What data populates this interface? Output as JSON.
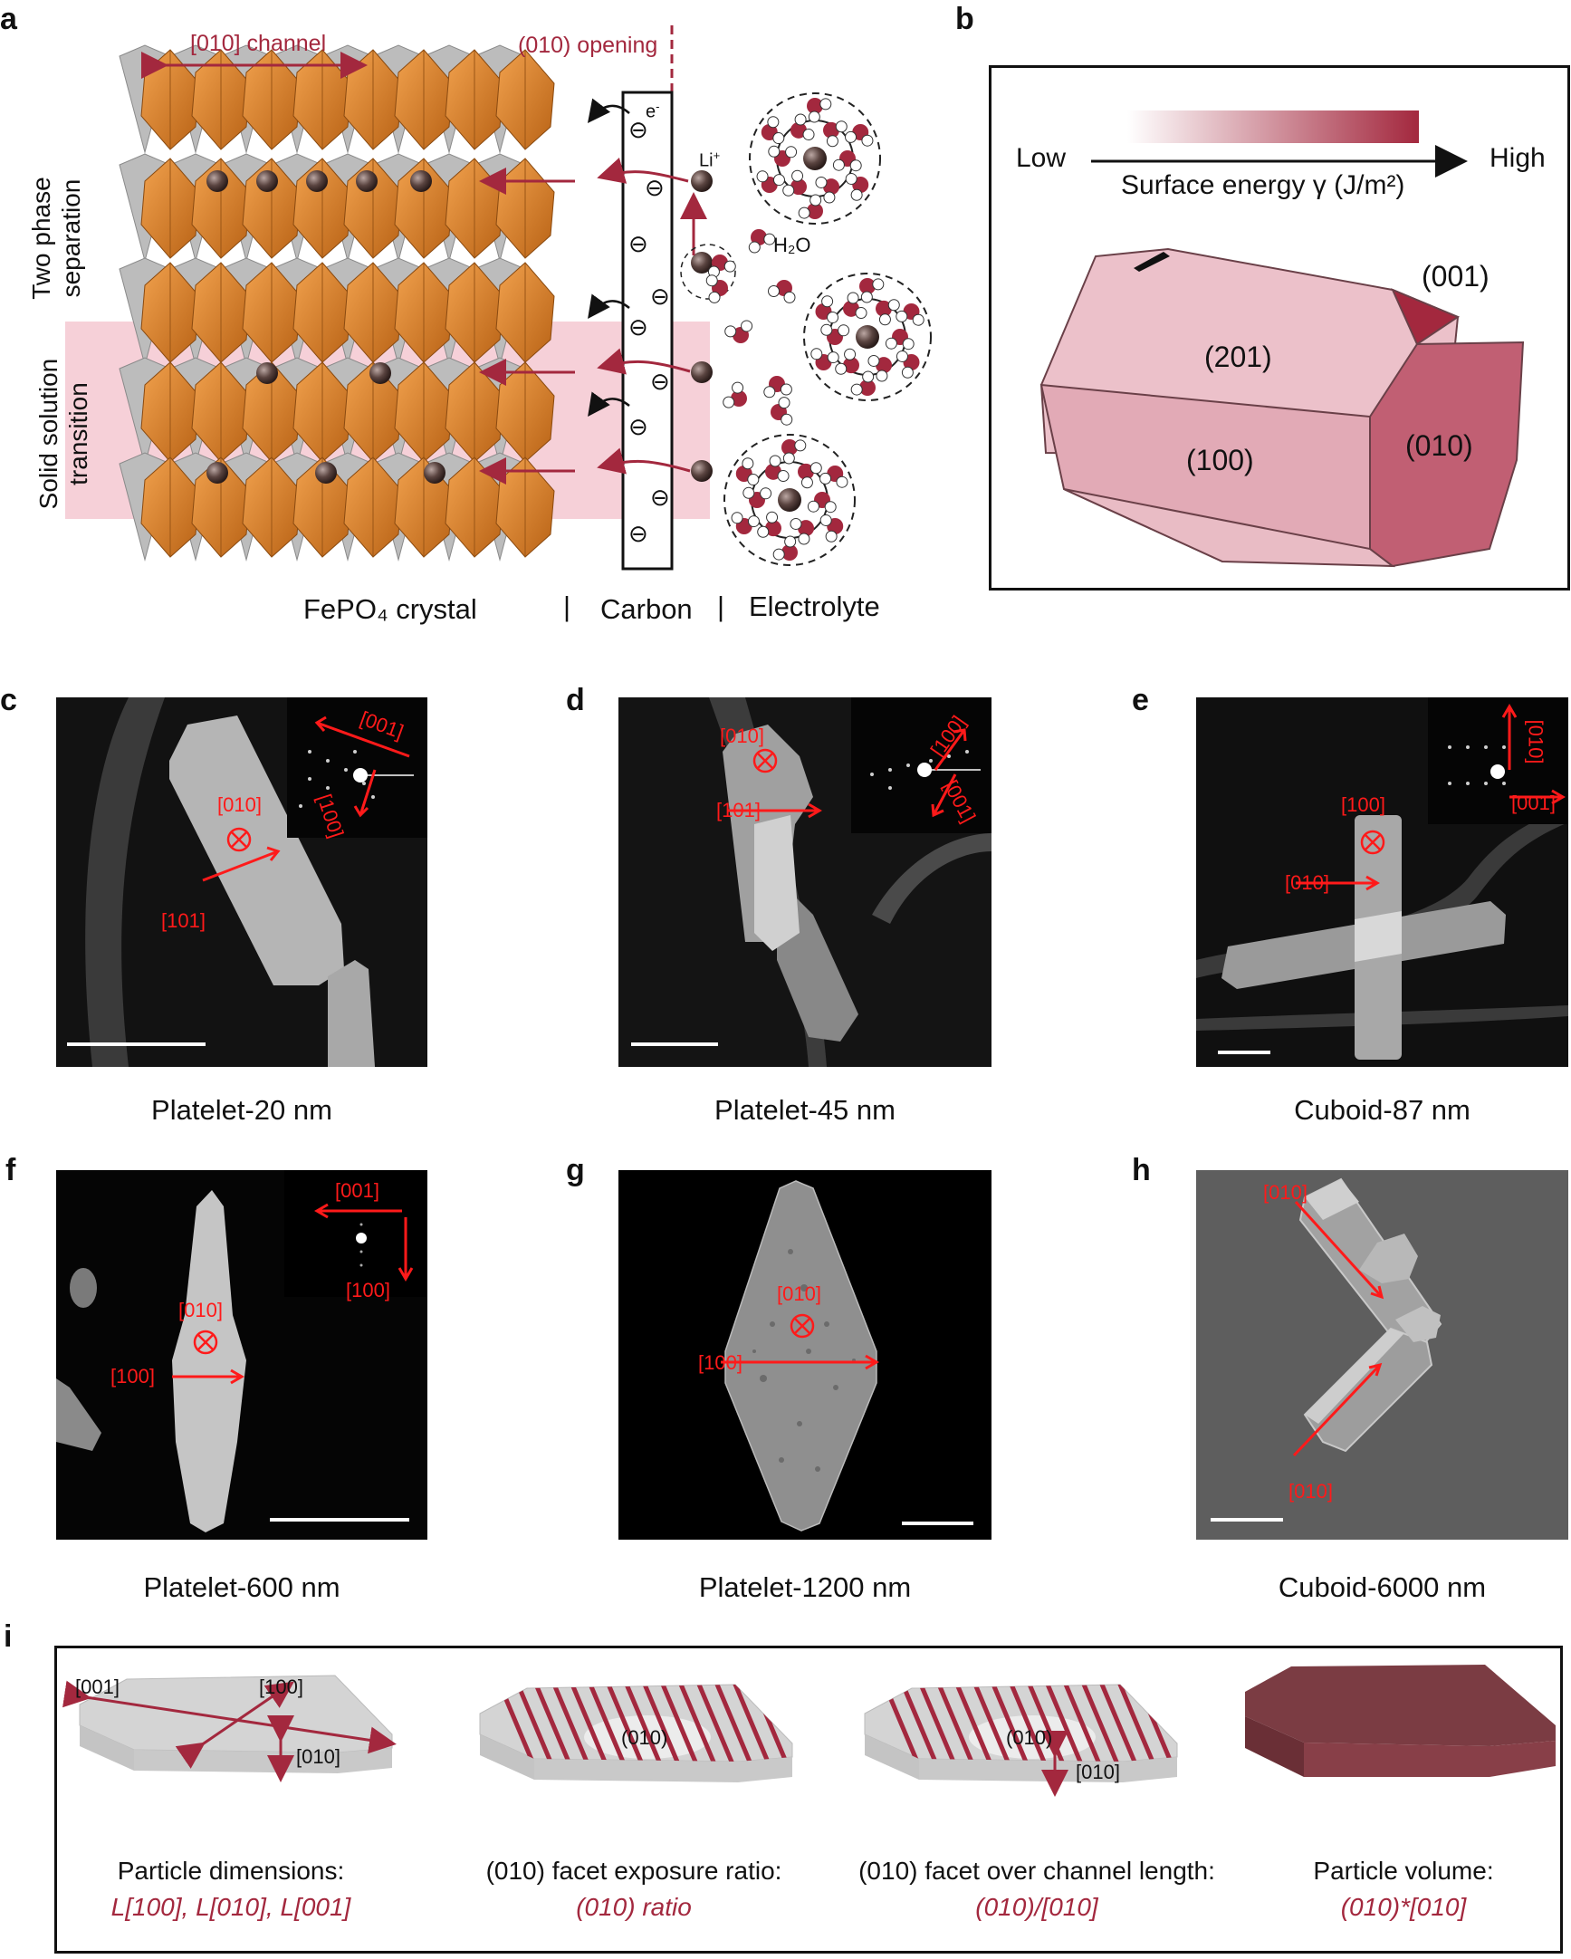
{
  "panel_labels": {
    "a": "a",
    "b": "b",
    "c": "c",
    "d": "d",
    "e": "e",
    "f": "f",
    "g": "g",
    "h": "h",
    "i": "i"
  },
  "panel_a": {
    "channel_label": "[010] channel",
    "opening_label": "(010) opening",
    "two_phase": "Two phase separation",
    "solid_solution": "Solid solution transition",
    "electron": "e",
    "lithium": "Li",
    "water": "H₂O",
    "minus_sign": "⊖",
    "bottom_crystal": "FePO₄ crystal",
    "bottom_carbon": "Carbon",
    "bottom_electrolyte": "Electrolyte",
    "separator": "|",
    "colors": {
      "accent": "#a3283e",
      "orange": "#d9822b",
      "pink": "#f6d0d8",
      "grey": "#b8b8b8"
    }
  },
  "panel_b": {
    "low": "Low",
    "high": "High",
    "axis_label": "Surface energy γ (J/m²)",
    "facets": {
      "f001": "(001)",
      "f201": "(201)",
      "f100": "(100)",
      "f010": "(010)"
    }
  },
  "micrographs": [
    {
      "id": "c",
      "caption": "Platelet-20 nm",
      "labels": [
        "[010]",
        "[101]",
        "[001]",
        "[100]"
      ]
    },
    {
      "id": "d",
      "caption": "Platelet-45 nm",
      "labels": [
        "[010]",
        "[101]",
        "[100]",
        "[001]"
      ]
    },
    {
      "id": "e",
      "caption": "Cuboid-87 nm",
      "labels": [
        "[100]",
        "[010]",
        "[010]",
        "[001]"
      ]
    },
    {
      "id": "f",
      "caption": "Platelet-600 nm",
      "labels": [
        "[010]",
        "[100]",
        "[001]",
        "[100]"
      ]
    },
    {
      "id": "g",
      "caption": "Platelet-1200 nm",
      "labels": [
        "[010]",
        "[100]"
      ]
    },
    {
      "id": "h",
      "caption": "Cuboid-6000 nm",
      "labels": [
        "[010]",
        "[010]"
      ]
    }
  ],
  "panel_i": {
    "dir_001": "[001]",
    "dir_100": "[100]",
    "dir_010": "[010]",
    "facet_010": "(010)",
    "items": [
      {
        "title": "Particle dimensions:",
        "formula": "L[100], L[010], L[001]"
      },
      {
        "title": "(010) facet exposure ratio:",
        "formula": "(010) ratio"
      },
      {
        "title": "(010) facet over channel length:",
        "formula": "(010)/[010]"
      },
      {
        "title": "Particle volume:",
        "formula": "(010)*[010]"
      }
    ]
  }
}
